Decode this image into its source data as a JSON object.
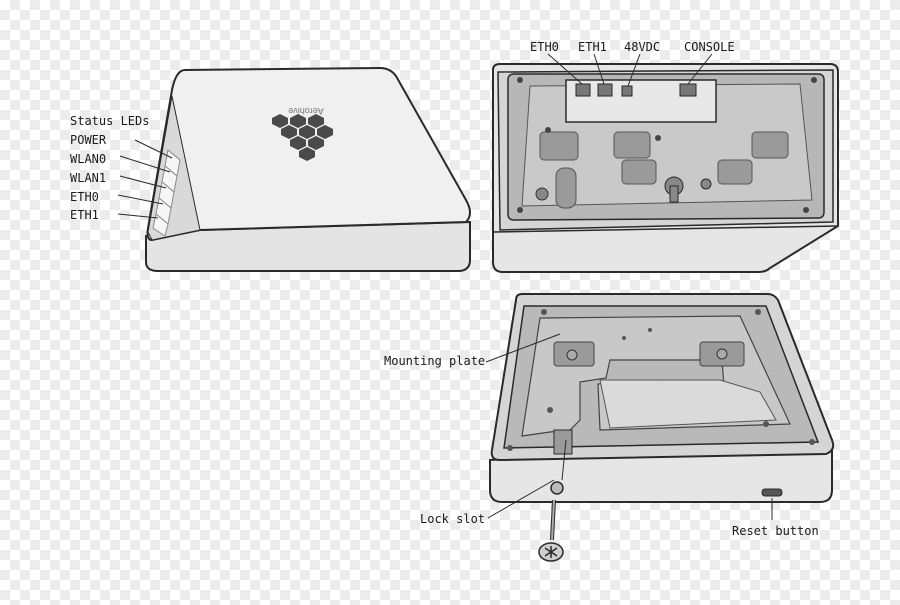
{
  "device_front": {
    "brand": "Aerohive",
    "led_labels": [
      "Status LEDs",
      "POWER",
      "WLAN0",
      "WLAN1",
      "ETH0",
      "ETH1"
    ]
  },
  "device_rear": {
    "port_labels": [
      "ETH0",
      "ETH1",
      "48VDC",
      "CONSOLE"
    ]
  },
  "device_mount": {
    "mounting_plate": "Mounting plate",
    "lock_slot": "Lock slot",
    "reset_button": "Reset button"
  },
  "colors": {
    "outline": "#2a2a2a",
    "body": "#e9e9e9",
    "face": "#d6d6d6",
    "recess": "#9b9b9b",
    "plate": "#c4c4c4",
    "logo": "#4a4a4a"
  }
}
